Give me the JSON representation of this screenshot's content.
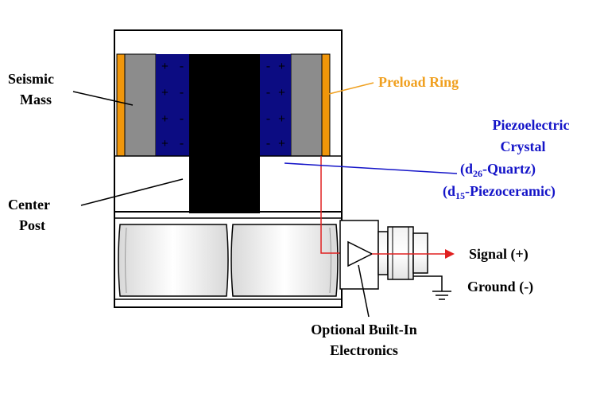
{
  "labels": {
    "seismic_mass": [
      "Seismic",
      "Mass"
    ],
    "center_post": [
      "Center",
      "Post"
    ],
    "preload_ring": "Preload Ring",
    "piezo_line1": "Piezoelectric",
    "piezo_line2": "Crystal",
    "piezo_line3": {
      "pre": "(d",
      "sub": "26",
      "post": "-Quartz)"
    },
    "piezo_line4": {
      "pre": "(d",
      "sub": "15",
      "post": "-Piezoceramic)"
    },
    "signal": "Signal (+)",
    "ground": "Ground (-)",
    "electronics": [
      "Optional Built-In",
      "Electronics"
    ]
  },
  "crystal_signs": {
    "left_plus": "+",
    "left_minus": "-",
    "right_plus": "+",
    "right_minus": "-"
  },
  "colors": {
    "preload_ring": "#f0960a",
    "preload_label": "#f0a020",
    "seismic_mass": "#8c8c8c",
    "crystal": "#0c0c82",
    "crystal_label": "#1414c8",
    "center_post": "#000000",
    "signal_wire": "#e02020",
    "housing": "#ffffff",
    "outline": "#000000"
  },
  "icons": {
    "amplifier": "triangle-amplifier-icon",
    "ground": "ground-symbol-icon",
    "arrow": "arrow-right-icon"
  }
}
